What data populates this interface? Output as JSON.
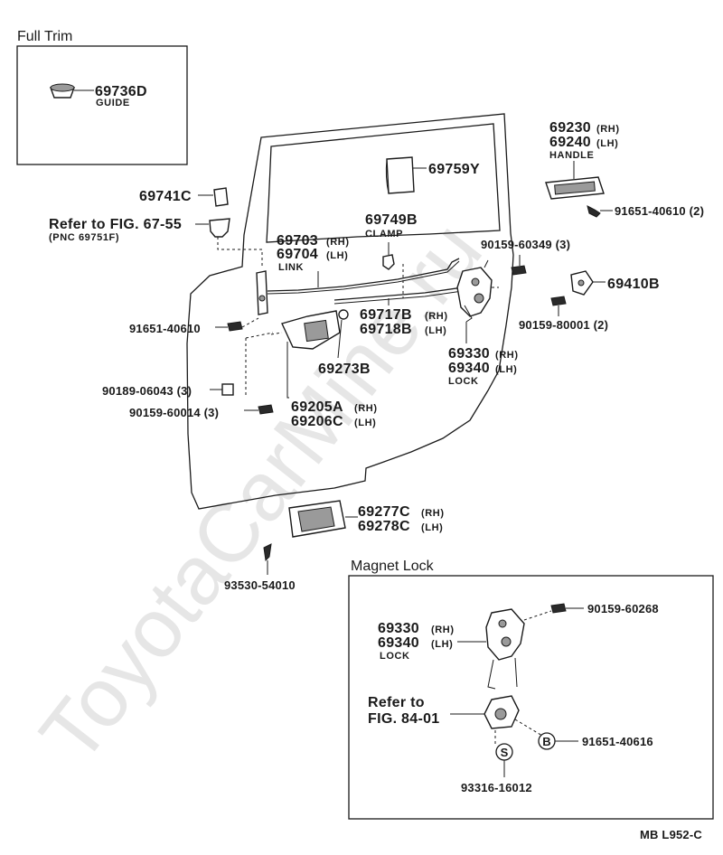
{
  "watermark": "ToyotaCarMine.ru",
  "full_trim": {
    "title": "Full Trim",
    "part": "69736D",
    "part_name": "GUIDE"
  },
  "labels": {
    "p69759y": "69759Y",
    "p69230": "69230",
    "p69240": "69240",
    "rh": "(RH)",
    "lh": "(LH)",
    "handle": "HANDLE",
    "p69741c": "69741C",
    "refer_fig6755": "Refer to FIG. 67-55",
    "pnc_69751f": "(PNC 69751F)",
    "p69749b": "69749B",
    "clamp": "CLAMP",
    "p91651_40610_2": "91651-40610 (2)",
    "p69703": "69703",
    "p69704": "69704",
    "link": "LINK",
    "p90159_60349": "90159-60349 (3)",
    "p69410b": "69410B",
    "p91651_40610": "91651-40610",
    "p69717b": "69717B",
    "p69718b": "69718B",
    "p90159_80001": "90159-80001 (2)",
    "p69330": "69330",
    "p69340": "69340",
    "lock": "LOCK",
    "p69273b": "69273B",
    "p90189_06043": "90189-06043 (3)",
    "p69205a": "69205A",
    "p69206c": "69206C",
    "p90159_60014": "90159-60014 (3)",
    "p69277c": "69277C",
    "p69278c": "69278C",
    "p93530_54010": "93530-54010"
  },
  "magnet_lock": {
    "title": "Magnet Lock",
    "p90159_60268": "90159-60268",
    "p69330": "69330",
    "p69340": "69340",
    "rh": "(RH)",
    "lh": "(LH)",
    "lock": "LOCK",
    "refer_to": "Refer to",
    "fig_8401": "FIG. 84-01",
    "p91651_40616": "91651-40616",
    "callout_b": "B",
    "callout_s": "S",
    "p93316_16012": "93316-16012"
  },
  "footer_code": "MB  L952-C"
}
